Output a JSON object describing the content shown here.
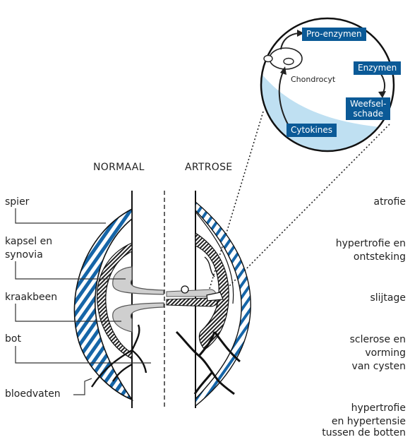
{
  "headers": {
    "normal": "NORMAAL",
    "artrose": "ARTROSE"
  },
  "left_labels": {
    "spier": "spier",
    "kapsel_line1": "kapsel en",
    "kapsel_line2": "synovia",
    "kraakbeen": "kraakbeen",
    "bot": "bot",
    "bloedvaten": "bloedvaten"
  },
  "right_labels": {
    "atrofie": "atrofie",
    "hyper1_line1": "hypertrofie en",
    "hyper1_line2": "ontsteking",
    "slijtage": "slijtage",
    "sclerose_line1": "sclerose en",
    "sclerose_line2": "vorming",
    "sclerose_line3": "van cysten",
    "hyper2_line1": "hypertrofie",
    "hyper2_line2": "en hypertensie",
    "hyper2_line3": "tussen de botten"
  },
  "inset": {
    "chondrocyt": "Chondrocyt",
    "pro_enzymen": "Pro-enzymen",
    "enzymen": "Enzymen",
    "weefsel_line1": "Weefsel-",
    "weefsel_line2": "schade",
    "cytokines": "Cytokines"
  },
  "colors": {
    "accent_blue": "#1565a8",
    "light_blue": "#bfe0f2",
    "tag_blue": "#0b5a97",
    "cartilage_gray": "#cfcfcf"
  }
}
